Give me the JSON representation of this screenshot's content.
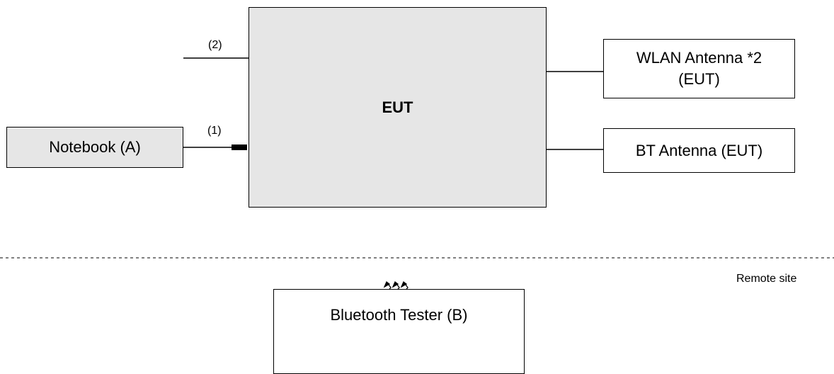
{
  "eut": {
    "label": "EUT"
  },
  "notebook": {
    "label": "Notebook (A)"
  },
  "wlan_antenna": {
    "line1": "WLAN Antenna *2",
    "line2": "(EUT)"
  },
  "bt_antenna": {
    "label": "BT Antenna (EUT)"
  },
  "bluetooth_tester": {
    "label": "Bluetooth Tester (B)"
  },
  "cables": {
    "cable1": "(1)",
    "cable2": "(2)"
  },
  "site": {
    "remote_label": "Remote site"
  },
  "colors": {
    "shaded_fill": "#e6e6e6",
    "line": "#000000"
  },
  "icons": {
    "wireless": "wireless-signal-icon"
  }
}
